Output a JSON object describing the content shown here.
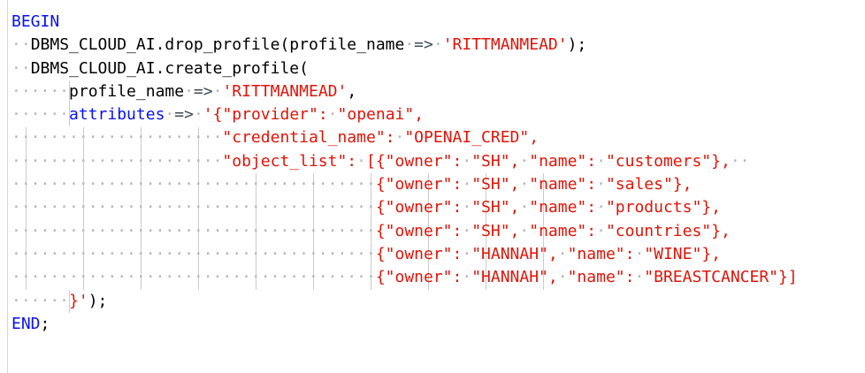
{
  "editor": {
    "background": "#ffffff",
    "colors": {
      "keyword": "#0712f0",
      "plain": "#000000",
      "operator": "#3f4b5a",
      "string": "#e01408",
      "whitespace_dot": "#b6b6b6",
      "indent_guide": "#cccccc",
      "margin_border": "#d6d6d6"
    },
    "whitespace_char": "·",
    "code_lines": [
      {
        "segments": [
          {
            "c": "kw",
            "t": "BEGIN"
          }
        ]
      },
      {
        "segments": [
          {
            "c": "ws",
            "n": 2
          },
          {
            "c": "pl",
            "t": "DBMS_CLOUD_AI.drop_profile(profile_name"
          },
          {
            "c": "ws",
            "n": 1
          },
          {
            "c": "op",
            "t": "=>"
          },
          {
            "c": "ws",
            "n": 1
          },
          {
            "c": "str",
            "t": "'RITTMANMEAD'"
          },
          {
            "c": "pl",
            "t": ");"
          }
        ]
      },
      {
        "segments": [
          {
            "c": "ws",
            "n": 2
          },
          {
            "c": "pl",
            "t": "DBMS_CLOUD_AI.create_profile("
          }
        ]
      },
      {
        "segments": [
          {
            "c": "ws",
            "n": 6
          },
          {
            "c": "pl",
            "t": "profile_name"
          },
          {
            "c": "ws",
            "n": 1
          },
          {
            "c": "op",
            "t": "=>"
          },
          {
            "c": "ws",
            "n": 1
          },
          {
            "c": "str",
            "t": "'RITTMANMEAD'"
          },
          {
            "c": "pl",
            "t": ","
          }
        ]
      },
      {
        "segments": [
          {
            "c": "ws",
            "n": 6
          },
          {
            "c": "kw",
            "t": "attributes"
          },
          {
            "c": "ws",
            "n": 1
          },
          {
            "c": "op",
            "t": "=>"
          },
          {
            "c": "ws",
            "n": 1
          },
          {
            "c": "str",
            "t": "'{\"provider\":"
          },
          {
            "c": "ws",
            "n": 1
          },
          {
            "c": "str",
            "t": "\"openai\","
          }
        ]
      },
      {
        "segments": [
          {
            "c": "ws",
            "n": 22
          },
          {
            "c": "str",
            "t": "\"credential_name\":"
          },
          {
            "c": "ws",
            "n": 1
          },
          {
            "c": "str",
            "t": "\"OPENAI_CRED\","
          }
        ]
      },
      {
        "segments": [
          {
            "c": "ws",
            "n": 22
          },
          {
            "c": "str",
            "t": "\"object_list\":"
          },
          {
            "c": "ws",
            "n": 1
          },
          {
            "c": "str",
            "t": "[{\"owner\":"
          },
          {
            "c": "ws",
            "n": 1
          },
          {
            "c": "str",
            "t": "\"SH\","
          },
          {
            "c": "ws",
            "n": 1
          },
          {
            "c": "str",
            "t": "\"name\":"
          },
          {
            "c": "ws",
            "n": 1
          },
          {
            "c": "str",
            "t": "\"customers\"},"
          },
          {
            "c": "ws",
            "n": 2
          }
        ]
      },
      {
        "segments": [
          {
            "c": "ws",
            "n": 38
          },
          {
            "c": "str",
            "t": "{\"owner\":"
          },
          {
            "c": "ws",
            "n": 1
          },
          {
            "c": "str",
            "t": "\"SH\","
          },
          {
            "c": "ws",
            "n": 1
          },
          {
            "c": "str",
            "t": "\"name\":"
          },
          {
            "c": "ws",
            "n": 1
          },
          {
            "c": "str",
            "t": "\"sales\"},"
          }
        ]
      },
      {
        "segments": [
          {
            "c": "ws",
            "n": 38
          },
          {
            "c": "str",
            "t": "{\"owner\":"
          },
          {
            "c": "ws",
            "n": 1
          },
          {
            "c": "str",
            "t": "\"SH\","
          },
          {
            "c": "ws",
            "n": 1
          },
          {
            "c": "str",
            "t": "\"name\":"
          },
          {
            "c": "ws",
            "n": 1
          },
          {
            "c": "str",
            "t": "\"products\"},"
          }
        ]
      },
      {
        "segments": [
          {
            "c": "ws",
            "n": 38
          },
          {
            "c": "str",
            "t": "{\"owner\":"
          },
          {
            "c": "ws",
            "n": 1
          },
          {
            "c": "str",
            "t": "\"SH\","
          },
          {
            "c": "ws",
            "n": 1
          },
          {
            "c": "str",
            "t": "\"name\":"
          },
          {
            "c": "ws",
            "n": 1
          },
          {
            "c": "str",
            "t": "\"countries\"},"
          }
        ]
      },
      {
        "segments": [
          {
            "c": "ws",
            "n": 38
          },
          {
            "c": "str",
            "t": "{\"owner\":"
          },
          {
            "c": "ws",
            "n": 1
          },
          {
            "c": "str",
            "t": "\"HANNAH\","
          },
          {
            "c": "ws",
            "n": 1
          },
          {
            "c": "str",
            "t": "\"name\":"
          },
          {
            "c": "ws",
            "n": 1
          },
          {
            "c": "str",
            "t": "\"WINE\"},"
          }
        ]
      },
      {
        "segments": [
          {
            "c": "ws",
            "n": 38
          },
          {
            "c": "str",
            "t": "{\"owner\":"
          },
          {
            "c": "ws",
            "n": 1
          },
          {
            "c": "str",
            "t": "\"HANNAH\","
          },
          {
            "c": "ws",
            "n": 1
          },
          {
            "c": "str",
            "t": "\"name\":"
          },
          {
            "c": "ws",
            "n": 1
          },
          {
            "c": "str",
            "t": "\"BREASTCANCER\"}]"
          }
        ]
      },
      {
        "segments": [
          {
            "c": "ws",
            "n": 6
          },
          {
            "c": "str",
            "t": "}'"
          },
          {
            "c": "pl",
            "t": ");"
          }
        ]
      },
      {
        "segments": [
          {
            "c": "kw",
            "t": "END"
          },
          {
            "c": "pl",
            "t": ";"
          }
        ]
      }
    ],
    "indent_guides": [
      {
        "col": 1.5,
        "from": 6,
        "to": 12
      },
      {
        "col": 7.5,
        "from": 6,
        "to": 12
      },
      {
        "col": 13.5,
        "from": 6,
        "to": 12
      },
      {
        "col": 19.5,
        "from": 6,
        "to": 12
      },
      {
        "col": 25.5,
        "from": 8,
        "to": 12
      },
      {
        "col": 31.5,
        "from": 8,
        "to": 12
      },
      {
        "col": 37.5,
        "from": 8,
        "to": 12
      },
      {
        "col": 43.5,
        "from": 8,
        "to": 12
      },
      {
        "col": 49.5,
        "from": 8,
        "to": 12
      },
      {
        "col": 55.5,
        "from": 8,
        "to": 12
      },
      {
        "col": 6,
        "from": 4,
        "to": 5
      },
      {
        "col": 6,
        "from": 13,
        "to": 13
      }
    ]
  }
}
